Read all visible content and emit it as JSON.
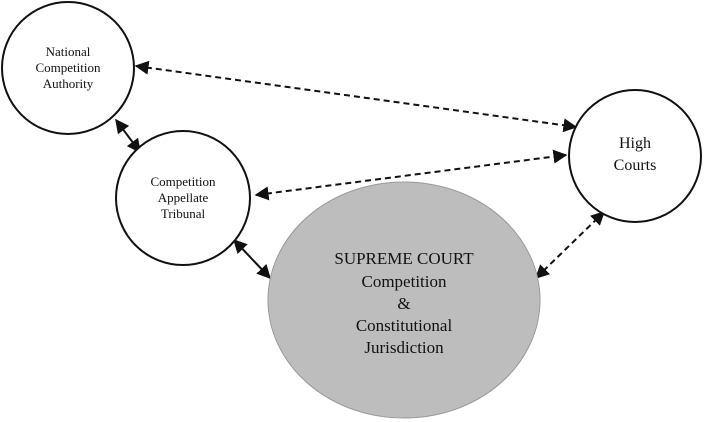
{
  "nodes": {
    "nca": {
      "lines": [
        "National",
        "Competition",
        "Authority"
      ]
    },
    "cat": {
      "lines": [
        "Competition",
        "Appellate",
        "Tribunal"
      ]
    },
    "hc": {
      "lines": [
        "High",
        "Courts"
      ]
    },
    "sc": {
      "lines": [
        "SUPREME COURT",
        "Competition",
        "&",
        "Constitutional",
        "Jurisdiction"
      ]
    }
  },
  "edges": [
    {
      "from": "nca",
      "to": "cat",
      "style": "solid",
      "arrows": "both"
    },
    {
      "from": "cat",
      "to": "sc",
      "style": "solid",
      "arrows": "both"
    },
    {
      "from": "nca",
      "to": "hc",
      "style": "dashed",
      "arrows": "both"
    },
    {
      "from": "cat",
      "to": "hc",
      "style": "dashed",
      "arrows": "both"
    },
    {
      "from": "sc",
      "to": "hc",
      "style": "dashed",
      "arrows": "both"
    }
  ],
  "colors": {
    "stroke": "#111111",
    "supreme_fill": "#bdbdbd",
    "node_fill": "#ffffff"
  }
}
